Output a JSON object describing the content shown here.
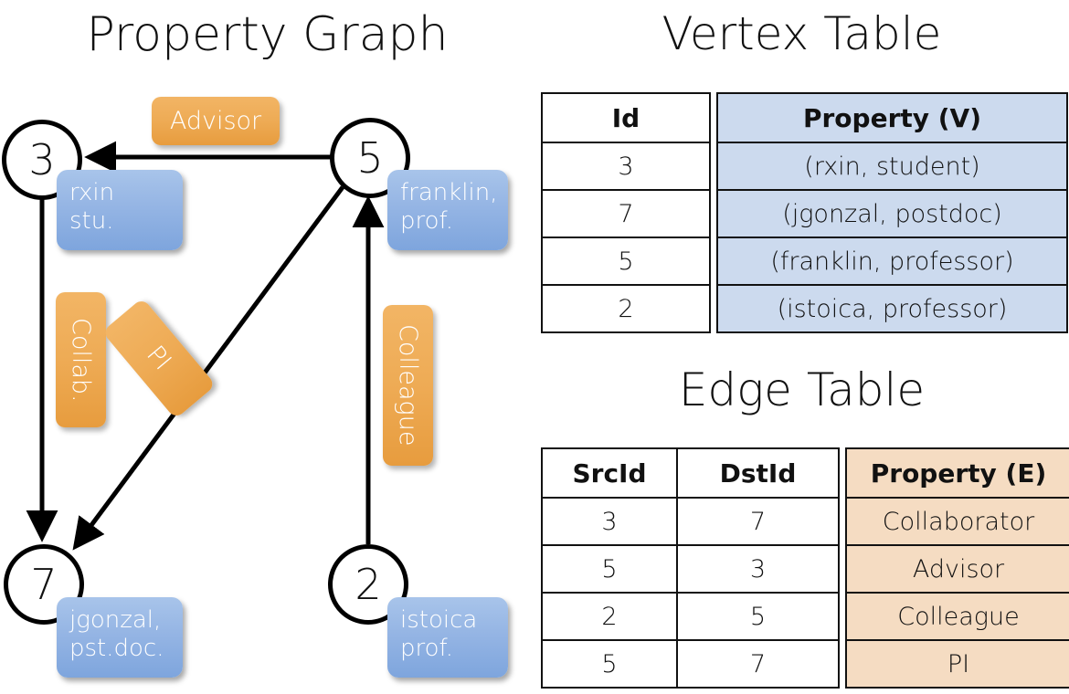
{
  "titles": {
    "graph": "Property Graph",
    "vertex_table": "Vertex Table",
    "edge_table": "Edge Table"
  },
  "graph": {
    "nodes": [
      {
        "id": "3",
        "property": "rxin\nstu."
      },
      {
        "id": "5",
        "property": "franklin,\nprof."
      },
      {
        "id": "7",
        "property": "jgonzal,\npst.doc."
      },
      {
        "id": "2",
        "property": "istoica\nprof."
      }
    ],
    "node_labels": {
      "n3": "3",
      "n5": "5",
      "n7": "7",
      "n2": "2"
    },
    "node_props": {
      "rxin_line1": "rxin",
      "rxin_line2": "stu.",
      "franklin_line1": "franklin,",
      "franklin_line2": "prof.",
      "jgonzal_line1": "jgonzal,",
      "jgonzal_line2": "pst.doc.",
      "istoica_line1": "istoica",
      "istoica_line2": "prof."
    },
    "edge_labels": {
      "advisor": "Advisor",
      "collab": "Collab.",
      "pi": "PI",
      "colleague": "Colleague"
    },
    "edges": [
      {
        "src": "5",
        "dst": "3",
        "label": "Advisor"
      },
      {
        "src": "3",
        "dst": "7",
        "label": "Collab."
      },
      {
        "src": "5",
        "dst": "7",
        "label": "PI"
      },
      {
        "src": "2",
        "dst": "5",
        "label": "Colleague"
      }
    ]
  },
  "vertex_table": {
    "headers": [
      "Id",
      "Property (V)"
    ],
    "rows": [
      [
        "3",
        "(rxin, student)"
      ],
      [
        "7",
        "(jgonzal, postdoc)"
      ],
      [
        "5",
        "(franklin, professor)"
      ],
      [
        "2",
        "(istoica, professor)"
      ]
    ]
  },
  "edge_table": {
    "headers": [
      "SrcId",
      "DstId",
      "Property (E)"
    ],
    "rows": [
      [
        "3",
        "7",
        "Collaborator"
      ],
      [
        "5",
        "3",
        "Advisor"
      ],
      [
        "2",
        "5",
        "Colleague"
      ],
      [
        "5",
        "7",
        "PI"
      ]
    ]
  },
  "colors": {
    "vertex_property_fill": "#ccdaee",
    "edge_property_fill": "#f5dcc2",
    "node_box_blue": "#95b5e4",
    "edge_label_orange": "#eeab55",
    "stroke": "#111111"
  }
}
